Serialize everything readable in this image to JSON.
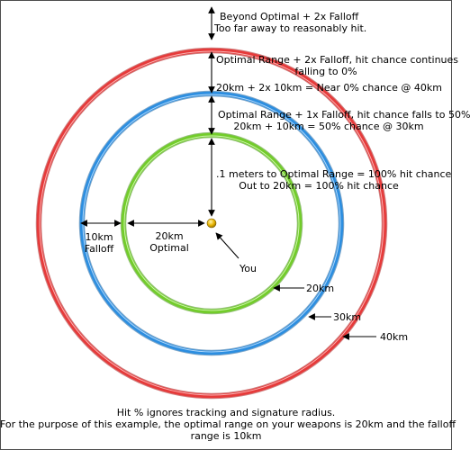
{
  "annotations": {
    "beyond_optimal": [
      "Beyond Optimal + 2x Falloff",
      "Too far away to reasonably hit."
    ],
    "optimal_2x_falloff": [
      "Optimal Range + 2x Falloff, hit chance continues",
      "falling to 0%",
      "20km + 2x 10km = Near 0% chance @ 40km"
    ],
    "optimal_1x_falloff": [
      "Optimal Range + 1x Falloff, hit chance falls to 50%",
      "20km + 10km = 50% chance @ 30km"
    ],
    "within_optimal": [
      ".1 meters to Optimal Range = 100% hit chance",
      "Out to 20km = 100% hit chance"
    ],
    "falloff_width": [
      "10km",
      "Falloff"
    ],
    "optimal_radius": [
      "20km",
      "Optimal"
    ],
    "you": "You",
    "ring_labels": {
      "inner": "20km",
      "middle": "30km",
      "outer": "40km"
    }
  },
  "footer": [
    "Hit % ignores tracking and signature radius.",
    "For the purpose of this example, the optimal range on your weapons is 20km and the falloff",
    "range is 10km"
  ],
  "colors": {
    "outer_ring": "#e63a3a",
    "middle_ring": "#2c8ee0",
    "inner_ring": "#72cc2a",
    "center_dot": "#e8b400"
  }
}
